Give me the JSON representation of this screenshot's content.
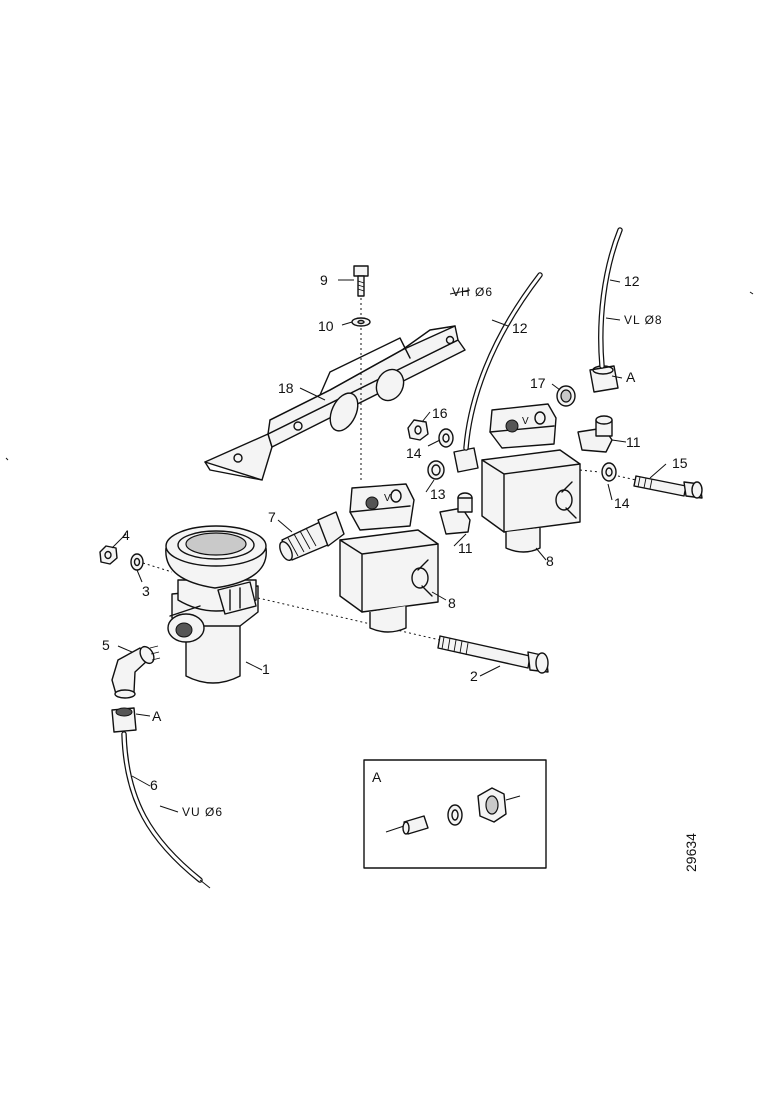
{
  "callouts": {
    "n1": "1",
    "n2": "2",
    "n3": "3",
    "n4": "4",
    "n5": "5",
    "n6": "6",
    "n7": "7",
    "n8a": "8",
    "n8b": "8",
    "n9": "9",
    "n10": "10",
    "n11a": "11",
    "n11b": "11",
    "n12a": "12",
    "n12b": "12",
    "n13": "13",
    "n14a": "14",
    "n14b": "14",
    "n15": "15",
    "n16": "16",
    "n17": "17",
    "n18": "18",
    "a_top": "A",
    "a_bottom": "A",
    "v_left": "V",
    "v_right": "V"
  },
  "pipe_specs": {
    "vh": "VH  Ø6",
    "vl": "VL  Ø8",
    "vu": "VU  Ø6"
  },
  "detail_inset": {
    "label": "A"
  },
  "reference_number": "29634"
}
